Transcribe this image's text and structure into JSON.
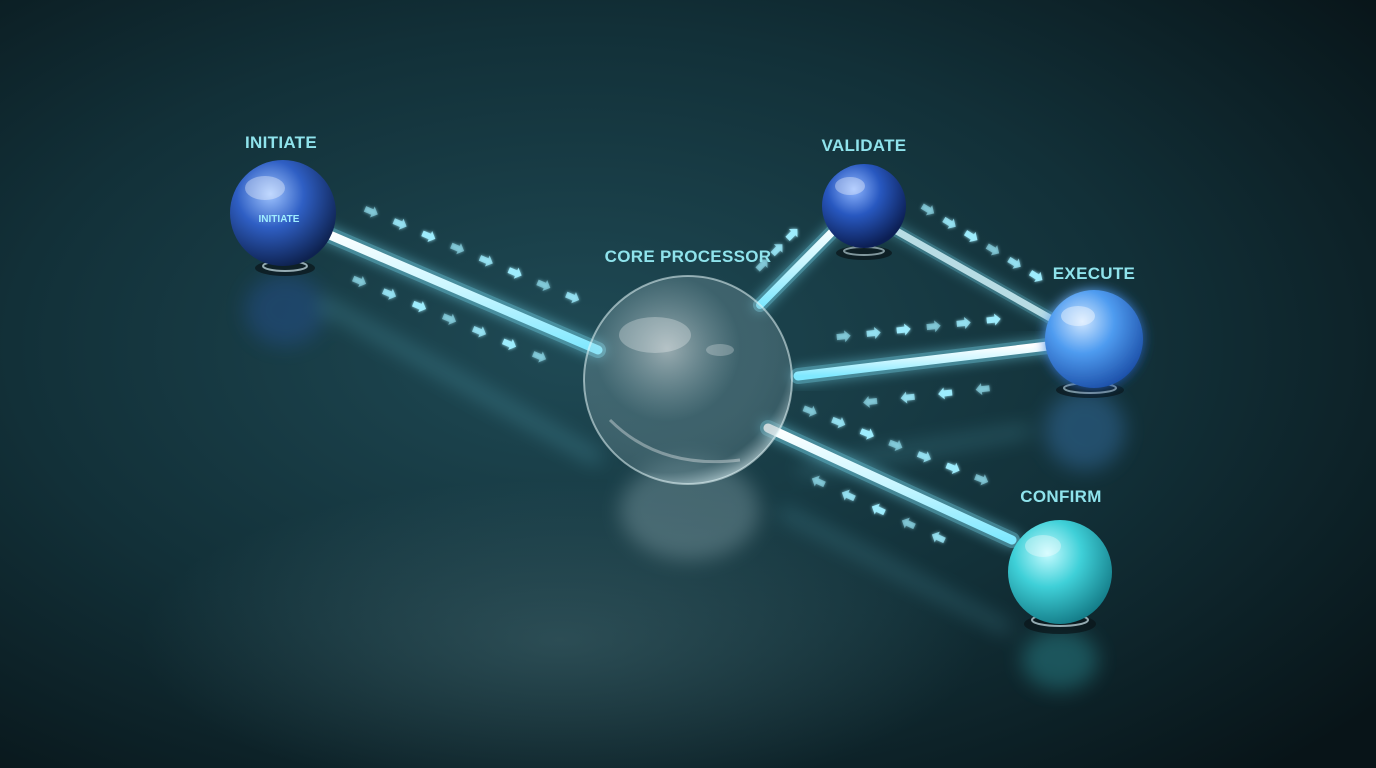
{
  "diagram": {
    "nodes": [
      {
        "id": "initiate",
        "label": "INITIATE",
        "inner_label": "INITIATE",
        "color": "#2f5fc4"
      },
      {
        "id": "core",
        "label": "CORE PROCESSOR",
        "color": "#b8d4dc"
      },
      {
        "id": "validate",
        "label": "VALIDATE",
        "color": "#2858c0"
      },
      {
        "id": "execute",
        "label": "EXECUTE",
        "color": "#4f9cf0"
      },
      {
        "id": "confirm",
        "label": "CONFIRM",
        "color": "#3fd0d8"
      }
    ],
    "edges": [
      {
        "from": "initiate",
        "to": "core",
        "flow": "forward"
      },
      {
        "from": "core",
        "to": "validate",
        "flow": "forward"
      },
      {
        "from": "validate",
        "to": "execute",
        "flow": "forward"
      },
      {
        "from": "core",
        "to": "execute",
        "flow": "bidirectional"
      },
      {
        "from": "core",
        "to": "confirm",
        "flow": "bidirectional"
      }
    ],
    "colors": {
      "background": "#0b1a20",
      "tube_glow": "#7fe8ff",
      "label": "#8fe3ec"
    }
  }
}
